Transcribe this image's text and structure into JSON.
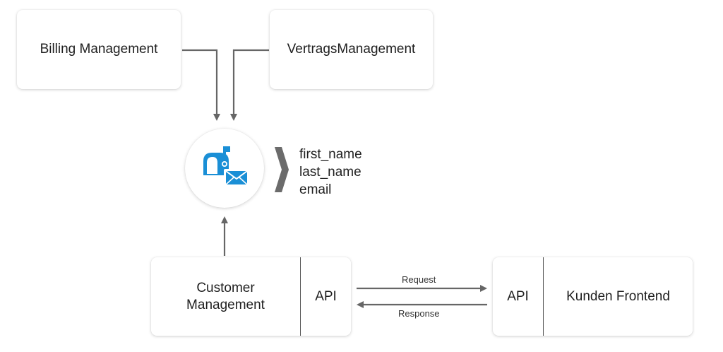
{
  "nodes": {
    "billing": "Billing Management",
    "vertrag": "VertragsManagement",
    "customer": "Customer Management",
    "customer_api": "API",
    "frontend_api": "API",
    "frontend": "Kunden Frontend"
  },
  "message_queue": {
    "icon": "mailbox-envelope-icon",
    "fields": [
      "first_name",
      "last_name",
      "email"
    ]
  },
  "edges": {
    "request": "Request",
    "response": "Response"
  },
  "colors": {
    "arrow": "#666666",
    "icon_blue": "#1a8fd6",
    "chevron": "#6b6b6b"
  }
}
